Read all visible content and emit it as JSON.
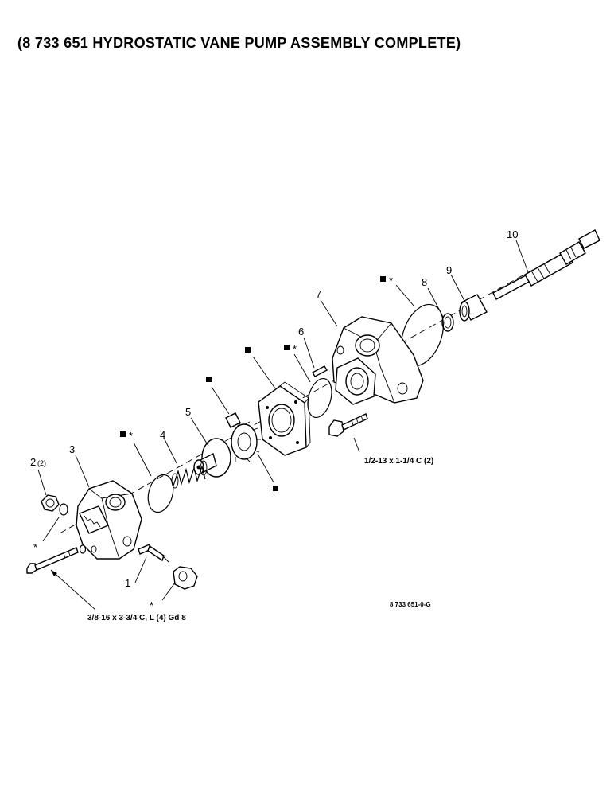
{
  "title": "(8 733 651 HYDROSTATIC VANE PUMP ASSEMBLY COMPLETE)",
  "callouts": {
    "n1": "1",
    "n2": "2",
    "n2_qty": "(2)",
    "n3": "3",
    "n4": "4",
    "n5": "5",
    "n6": "6",
    "n7": "7",
    "n8": "8",
    "n9": "9",
    "n10": "10"
  },
  "markers": {
    "asterisk": "*"
  },
  "fastener_specs": {
    "cover_bolts": "3/8-16 x 3-3/4 C, L (4)  Gd 8",
    "body_bolt": "1/2-13 x 1-1/4 C  (2)"
  },
  "figure_number": "8 733 651-0-G"
}
